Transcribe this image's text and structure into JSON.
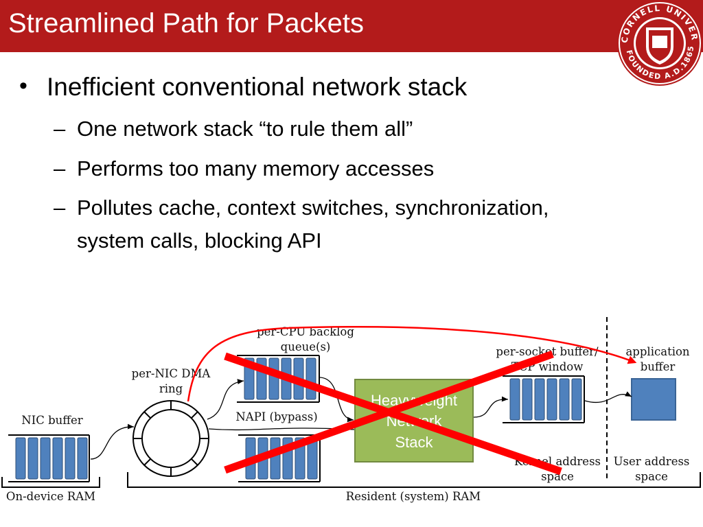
{
  "slide": {
    "title": "Streamlined Path for Packets",
    "logo_text": "CORNELL UNIVERSITY FOUNDED A.D. 1865",
    "bullets": [
      {
        "text": "Inefficient conventional network stack",
        "subitems": [
          "One network stack “to rule them all”",
          "Performs too many memory accesses",
          "Pollutes cache, context switches, synchronization,",
          "system calls, blocking API"
        ]
      }
    ],
    "bullet_glyph": "•",
    "dash_glyph": "–"
  },
  "diagram": {
    "nic_buffer": "NIC buffer",
    "on_device_ram": "On-device RAM",
    "dma_ring_1": "per-NIC DMA",
    "dma_ring_2": "ring",
    "backlog_1": "per-CPU backlog",
    "backlog_2": "queue(s)",
    "napi": "NAPI (bypass)",
    "stack_1": "Heavyweight",
    "stack_2": "Network",
    "stack_3": "Stack",
    "socket_1": "per-socket buffer/",
    "socket_2": "TCP window",
    "app_1": "application",
    "app_2": "buffer",
    "kernel_1": "Kernel address",
    "kernel_2": "space",
    "user_1": "User address",
    "user_2": "space",
    "resident_ram": "Resident (system) RAM",
    "colors": {
      "title_bar": "#B31B1B",
      "buffer_cell": "#4F81BD",
      "stack_box": "#9BBB59",
      "cross_out": "#FF0000"
    }
  }
}
